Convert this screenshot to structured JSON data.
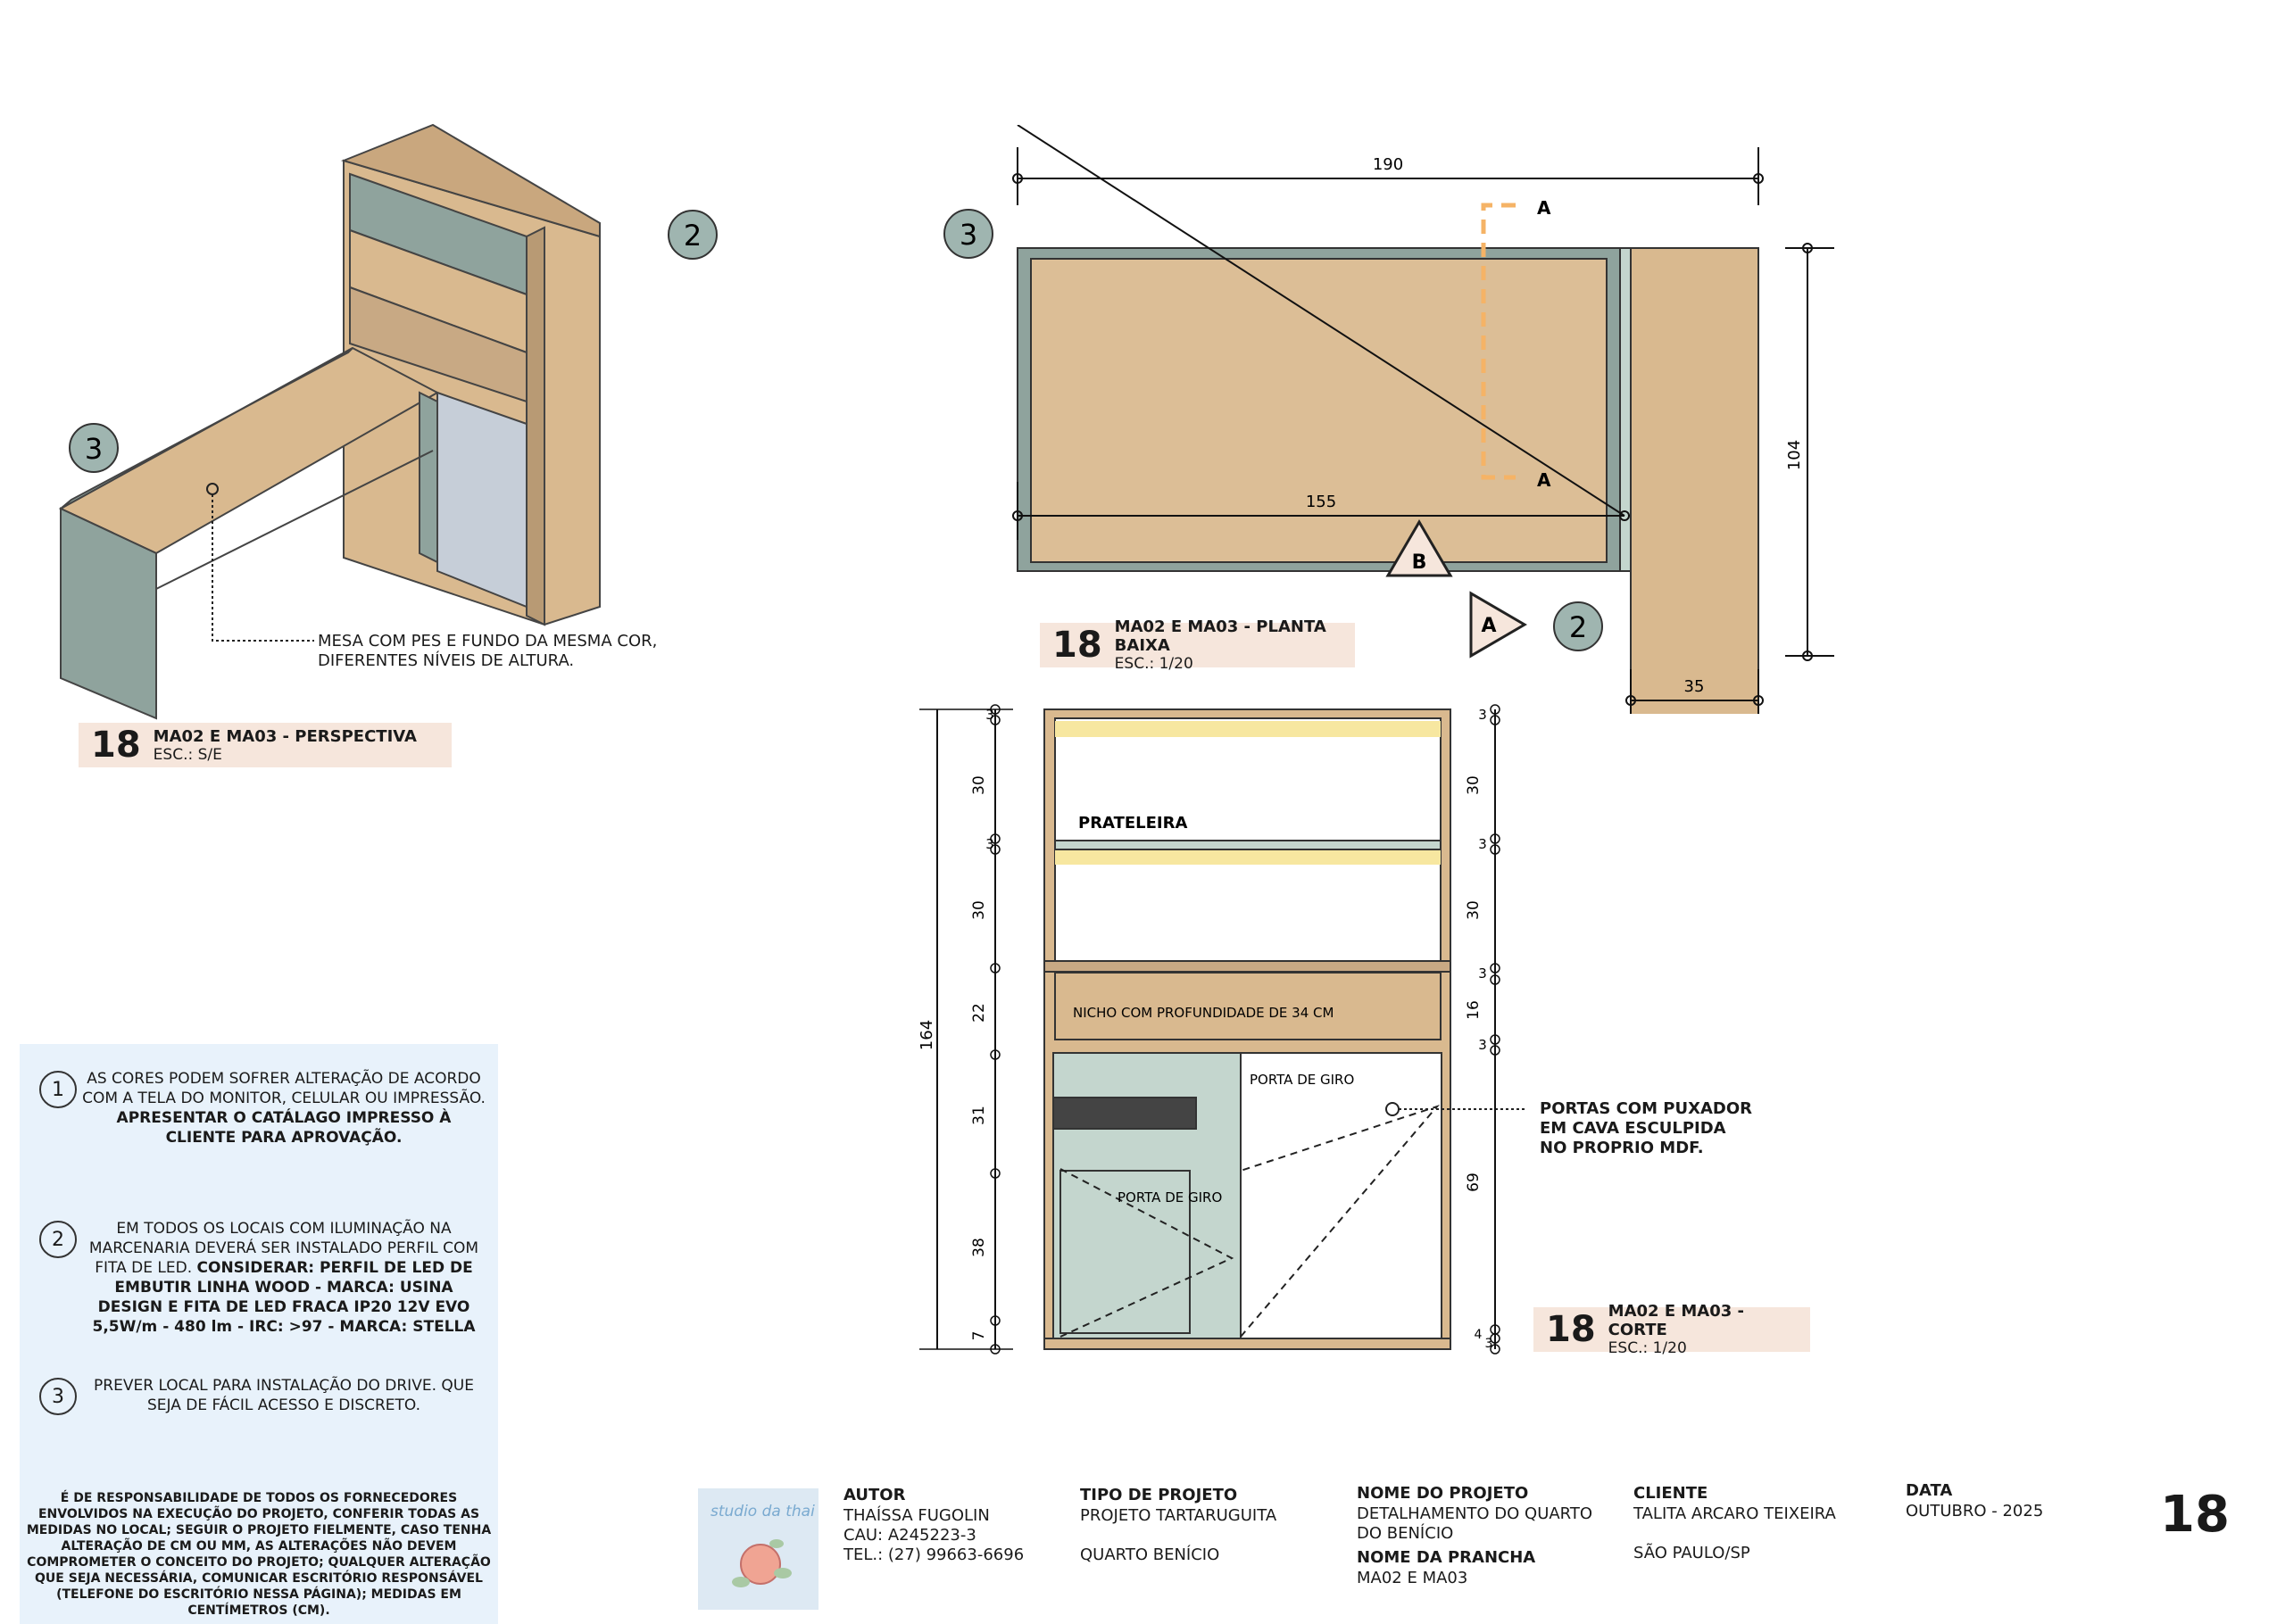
{
  "perspective": {
    "tag_num": "18",
    "title": "MA02 E MA03 - PERSPECTIVA",
    "scale": "ESC.: S/E",
    "callout": "MESA COM PES E FUNDO DA MESMA COR, DIFERENTES NÍVEIS DE ALTURA.",
    "markers": [
      "2",
      "3"
    ]
  },
  "plan": {
    "tag_num": "18",
    "title": "MA02 E MA03 - PLANTA BAIXA",
    "scale": "ESC.: 1/20",
    "dims": {
      "top": "190",
      "bottom": "155",
      "right": "104",
      "side": "35"
    },
    "section_label": "A",
    "section_label_b": "A",
    "view_b": "B",
    "view_a": "A",
    "markers": [
      "3",
      "2"
    ]
  },
  "section": {
    "tag_num": "18",
    "title": "MA02 E MA03 - CORTE",
    "scale": "ESC.: 1/20",
    "total": "164",
    "left_dims": [
      "3",
      "30",
      "3",
      "30",
      "22",
      "31",
      "38",
      "7"
    ],
    "right_dims": [
      "3",
      "30",
      "3",
      "30",
      "3",
      "16",
      "3",
      "69",
      "4",
      "3"
    ],
    "labels": {
      "shelf": "PRATELEIRA",
      "niche": "NICHO COM PROFUNDIDADE DE 34 CM",
      "door1": "PORTA DE GIRO",
      "door2": "PORTA DE GIRO"
    },
    "callout": "PORTAS COM PUXADOR EM CAVA ESCULPIDA NO PROPRIO MDF."
  },
  "notes": {
    "items": [
      {
        "num": "1",
        "text": "AS CORES PODEM SOFRER ALTERAÇÃO DE ACORDO COM A TELA DO MONITOR, CELULAR OU IMPRESSÃO.",
        "bold": "APRESENTAR O CATÁLAGO IMPRESSO À CLIENTE PARA APROVAÇÃO."
      },
      {
        "num": "2",
        "text": "EM TODOS OS LOCAIS COM ILUMINAÇÃO NA MARCENARIA DEVERÁ SER INSTALADO PERFIL COM FITA DE LED.",
        "bold": "CONSIDERAR: PERFIL DE LED DE EMBUTIR LINHA WOOD - MARCA: USINA DESIGN E FITA DE LED FRACA IP20 12V EVO 5,5W/m - 480 lm - IRC: >97 - MARCA: STELLA"
      },
      {
        "num": "3",
        "text": "PREVER LOCAL PARA INSTALAÇÃO DO DRIVE. QUE SEJA DE FÁCIL ACESSO E DISCRETO.",
        "bold": ""
      }
    ],
    "disclaimer": "É DE RESPONSABILIDADE DE TODOS OS FORNECEDORES ENVOLVIDOS NA EXECUÇÃO DO PROJETO, CONFERIR TODAS AS MEDIDAS NO LOCAL; SEGUIR O PROJETO FIELMENTE, CASO TENHA ALTERAÇÃO DE CM OU MM, AS ALTERAÇÕES NÃO DEVEM COMPROMETER O CONCEITO DO PROJETO; QUALQUER ALTERAÇÃO QUE SEJA NECESSÁRIA, COMUNICAR ESCRITÓRIO RESPONSÁVEL (TELEFONE DO ESCRITÓRIO NESSA PÁGINA); MEDIDAS EM CENTÍMETROS (CM)."
  },
  "titleblock": {
    "logo_text": "studio da thai",
    "autor_label": "AUTOR",
    "autor_name": "THAÍSSA FUGOLIN",
    "autor_cau": "CAU: A245223-3",
    "autor_tel": "TEL.: (27) 99663-6696",
    "tipo_label": "TIPO DE PROJETO",
    "tipo_1": "PROJETO TARTARUGUITA",
    "tipo_2": "QUARTO BENÍCIO",
    "nome_label": "NOME DO PROJETO",
    "nome_val": "DETALHAMENTO DO QUARTO DO BENÍCIO",
    "prancha_label": "NOME DA PRANCHA",
    "prancha_val": "MA02 E MA03",
    "cliente_label": "CLIENTE",
    "cliente_val": "TALITA ARCARO TEIXEIRA",
    "cliente_city": "SÃO PAULO/SP",
    "data_label": "DATA",
    "data_val": "OUTUBRO - 2025",
    "sheet": "18"
  },
  "colors": {
    "wood": "#d9b98f",
    "sage": "#8fa39d",
    "sage_light": "#c4d6ce",
    "led": "#f7e7a0",
    "marker": "#9fb5b0",
    "tag": "#f6e6dc",
    "notes_bg": "#e8f2fb",
    "section_line": "#f5b366"
  }
}
